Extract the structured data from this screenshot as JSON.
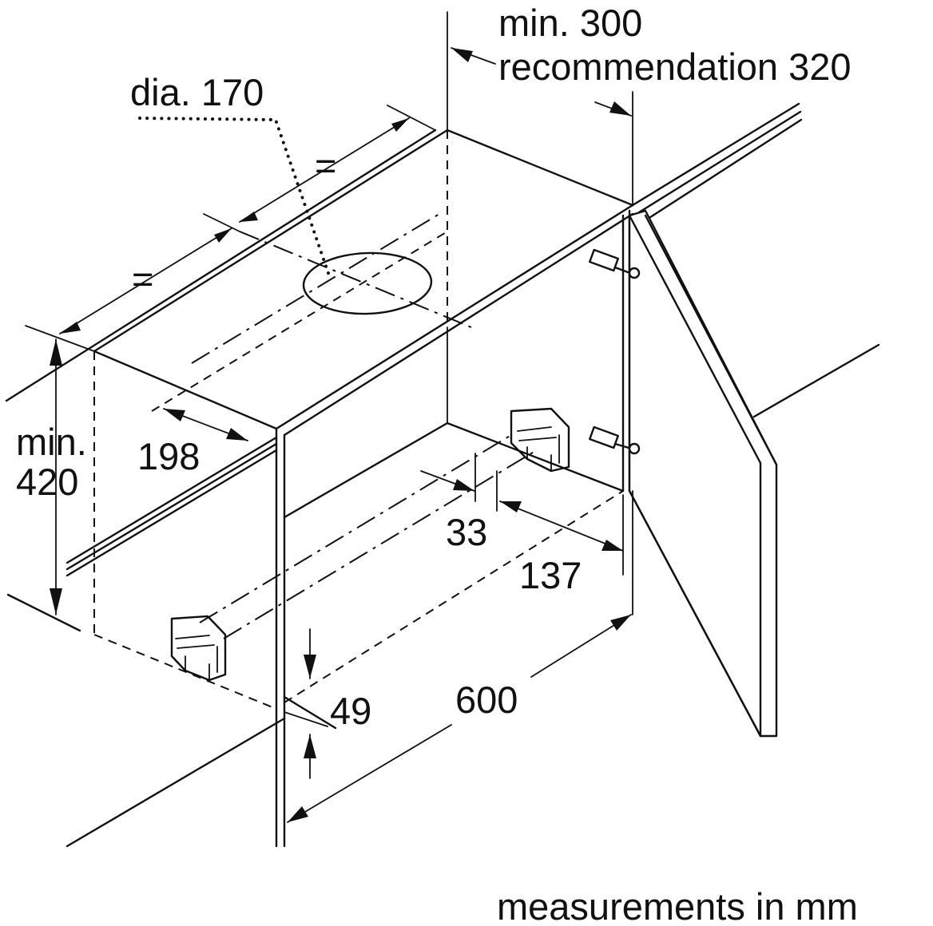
{
  "labels": {
    "diameter": "dia. 170",
    "equal_upper": "=",
    "equal_lower": "=",
    "min_depth": "min. 300",
    "recommended_depth": "recommendation 320",
    "min_height_line1": "min.",
    "min_height_line2": "420",
    "offset_198": "198",
    "offset_33": "33",
    "offset_137": "137",
    "offset_49": "49",
    "width_600": "600",
    "units_note": "measurements in mm"
  },
  "colors": {
    "line": "#111111",
    "background": "#ffffff"
  }
}
